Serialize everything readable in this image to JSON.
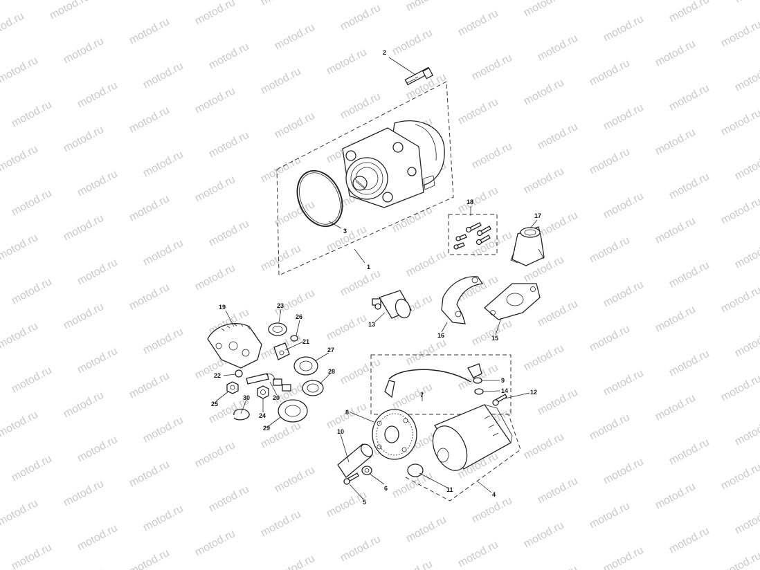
{
  "watermark": {
    "text": "motod.ru"
  },
  "callouts": [
    {
      "id": "c1",
      "label": "1"
    },
    {
      "id": "c2",
      "label": "2"
    },
    {
      "id": "c3",
      "label": "3"
    },
    {
      "id": "c4",
      "label": "4"
    },
    {
      "id": "c5",
      "label": "5"
    },
    {
      "id": "c6",
      "label": "6"
    },
    {
      "id": "c7",
      "label": "7"
    },
    {
      "id": "c8",
      "label": "8"
    },
    {
      "id": "c9",
      "label": "9"
    },
    {
      "id": "c10",
      "label": "10"
    },
    {
      "id": "c11",
      "label": "11"
    },
    {
      "id": "c12",
      "label": "12"
    },
    {
      "id": "c13",
      "label": "13"
    },
    {
      "id": "c14",
      "label": "14"
    },
    {
      "id": "c15",
      "label": "15"
    },
    {
      "id": "c16",
      "label": "16"
    },
    {
      "id": "c17",
      "label": "17"
    },
    {
      "id": "c18",
      "label": "18"
    },
    {
      "id": "c19",
      "label": "19"
    },
    {
      "id": "c20",
      "label": "20"
    },
    {
      "id": "c21",
      "label": "21"
    },
    {
      "id": "c22",
      "label": "22"
    },
    {
      "id": "c23",
      "label": "23"
    },
    {
      "id": "c24",
      "label": "24"
    },
    {
      "id": "c25",
      "label": "25"
    },
    {
      "id": "c26",
      "label": "26"
    },
    {
      "id": "c27",
      "label": "27"
    },
    {
      "id": "c28",
      "label": "28"
    },
    {
      "id": "c29",
      "label": "29"
    },
    {
      "id": "c30",
      "label": "30"
    }
  ]
}
